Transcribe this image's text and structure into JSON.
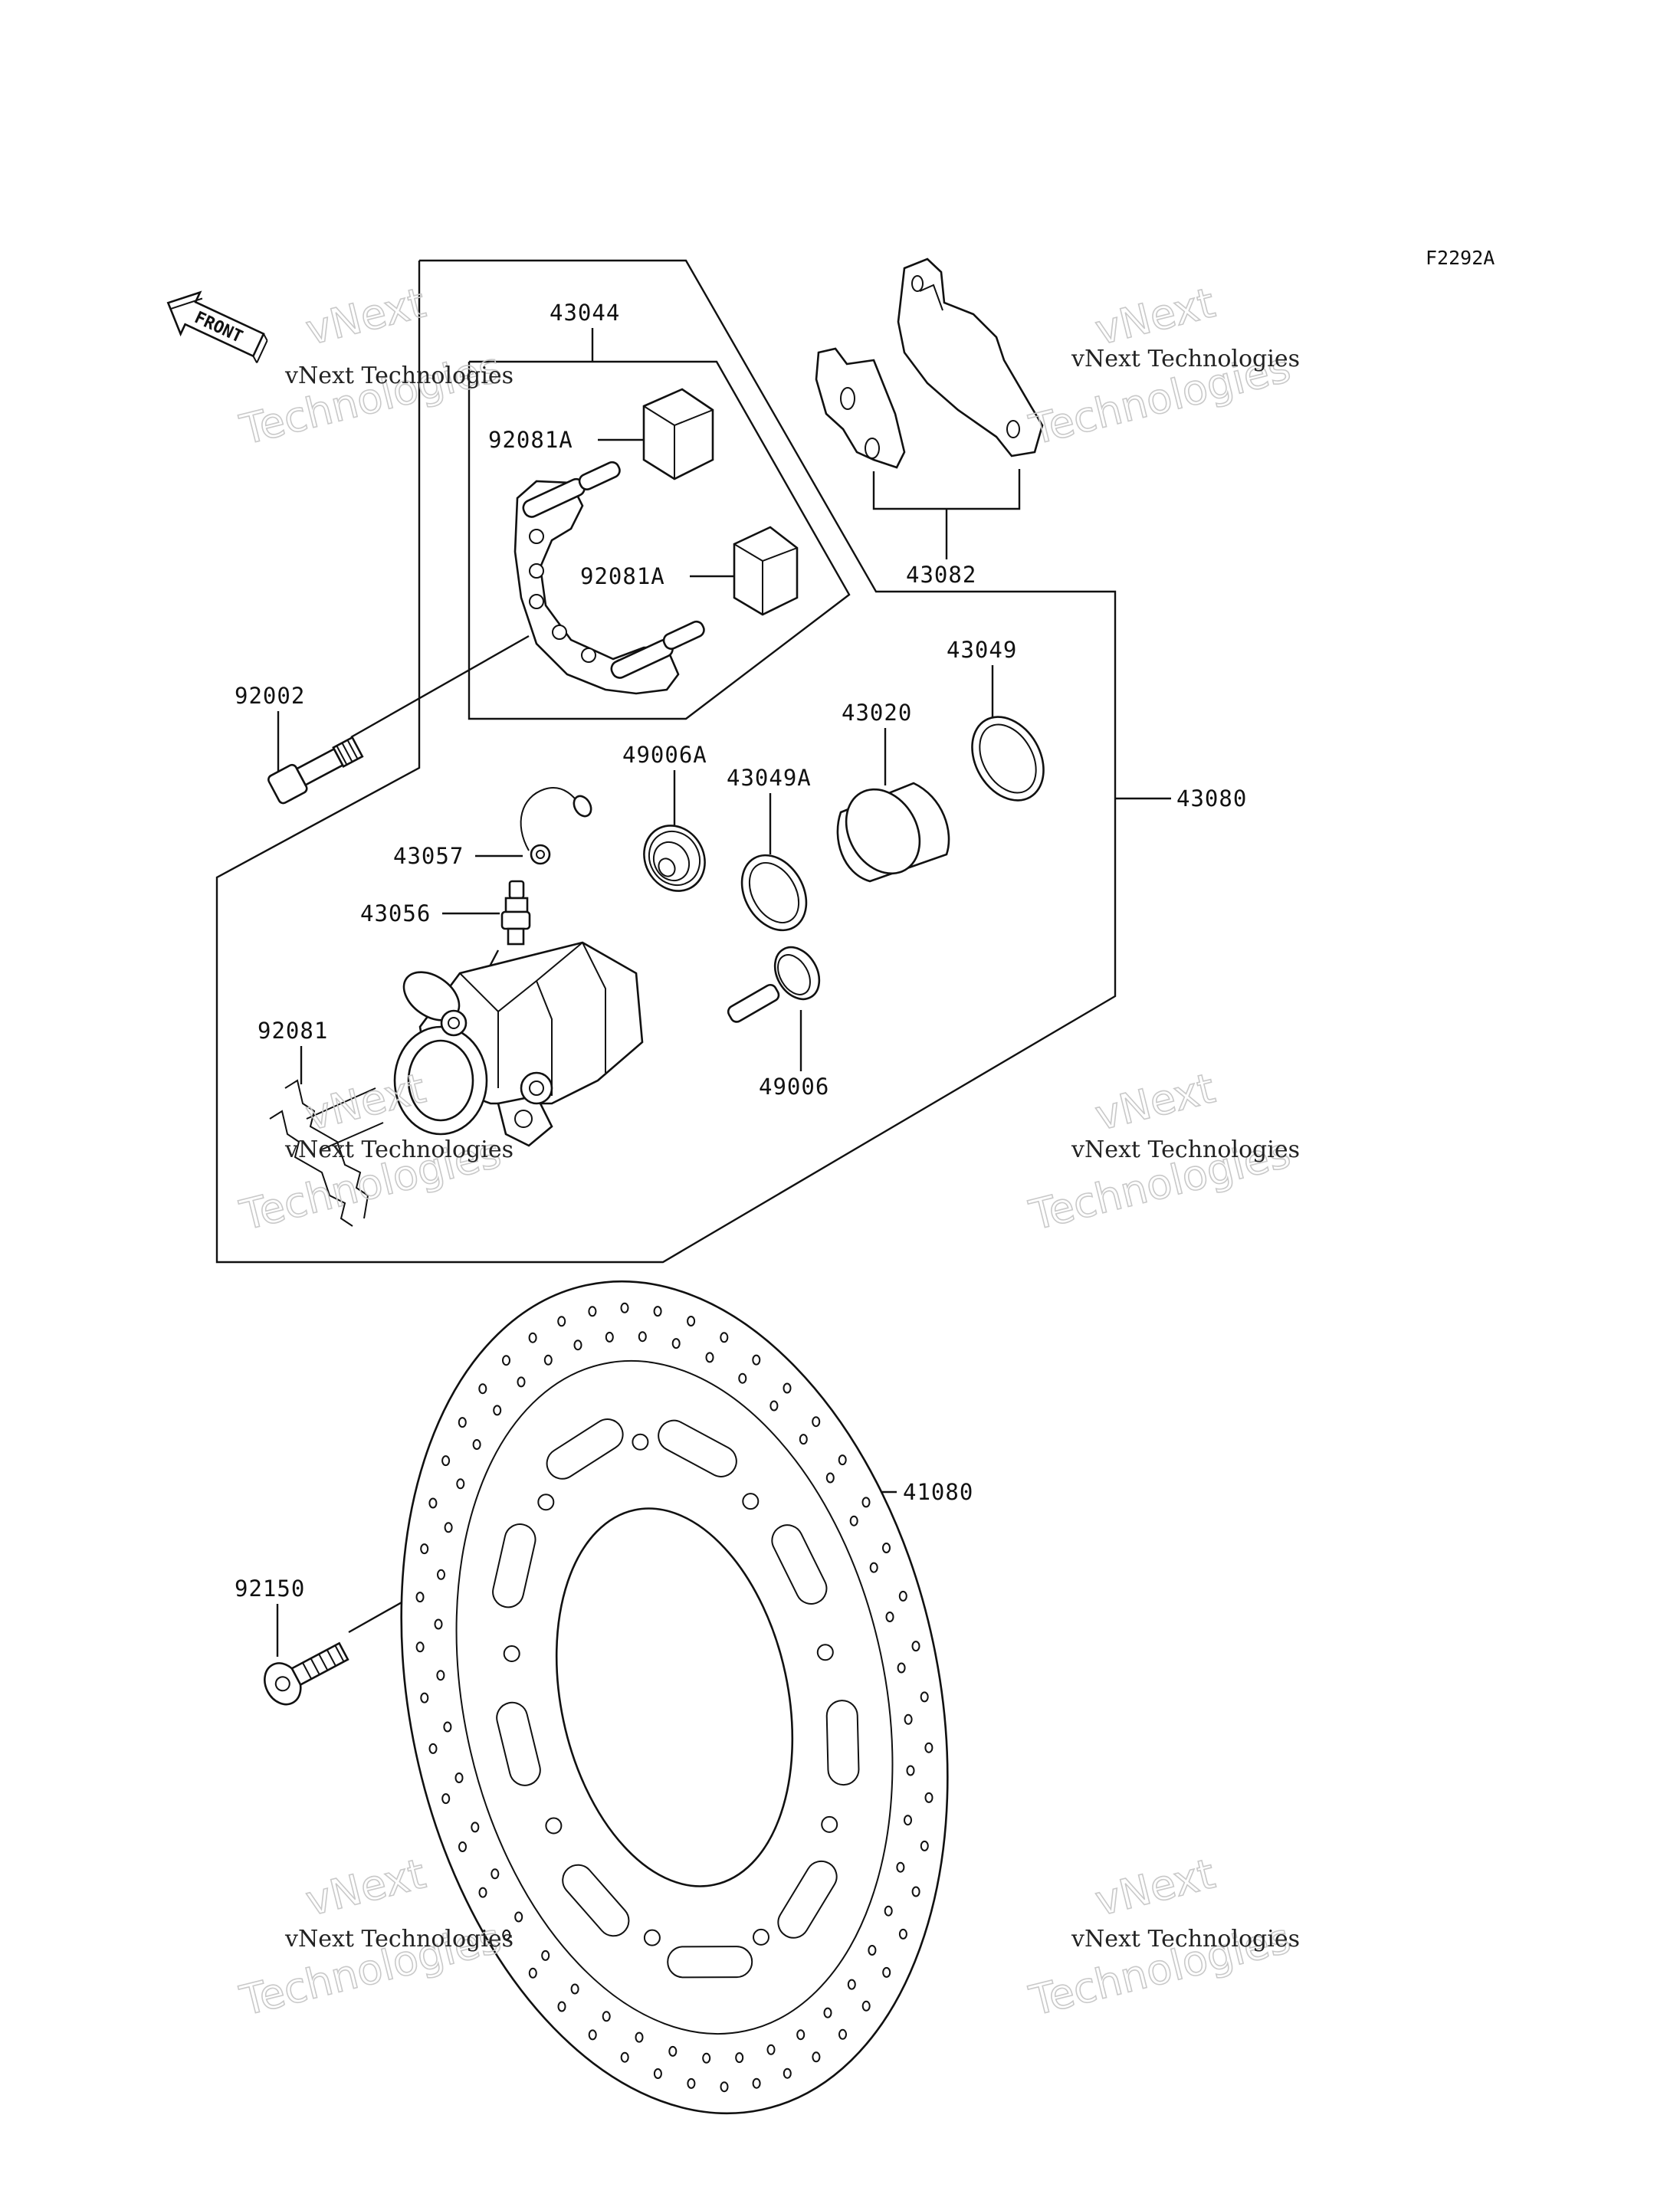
{
  "diagram": {
    "code": "F2292A",
    "front": "FRONT",
    "watermark": {
      "line1": "vNext Technologies",
      "line2": "vNext",
      "line3": "Technologies"
    },
    "labels": [
      {
        "id": "43044",
        "text": "43044"
      },
      {
        "id": "92081A-a",
        "text": "92081A"
      },
      {
        "id": "92081A-b",
        "text": "92081A"
      },
      {
        "id": "43082",
        "text": "43082"
      },
      {
        "id": "43049",
        "text": "43049"
      },
      {
        "id": "92002",
        "text": "92002"
      },
      {
        "id": "49006A",
        "text": "49006A"
      },
      {
        "id": "43020",
        "text": "43020"
      },
      {
        "id": "43049A",
        "text": "43049A"
      },
      {
        "id": "43080",
        "text": "43080"
      },
      {
        "id": "43057",
        "text": "43057"
      },
      {
        "id": "43056",
        "text": "43056"
      },
      {
        "id": "92081",
        "text": "92081"
      },
      {
        "id": "49006",
        "text": "49006"
      },
      {
        "id": "41080",
        "text": "41080"
      },
      {
        "id": "92150",
        "text": "92150"
      }
    ]
  }
}
